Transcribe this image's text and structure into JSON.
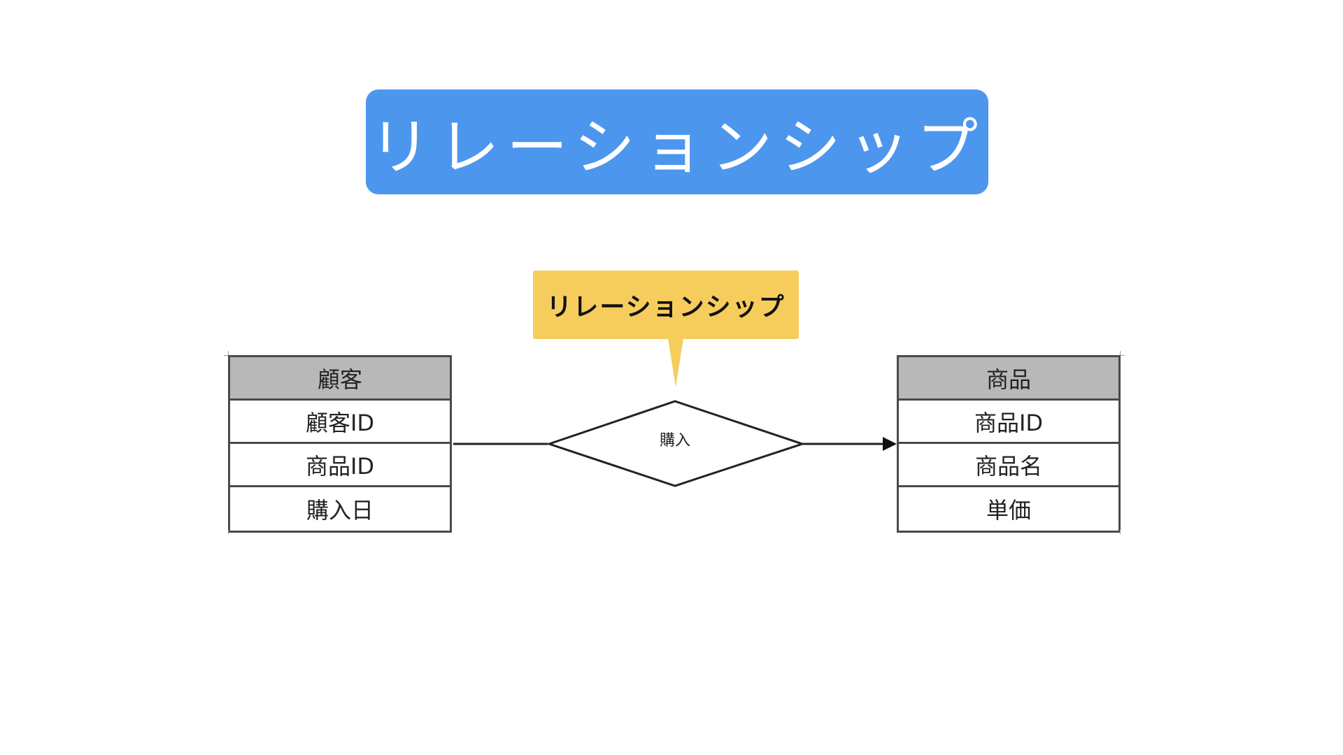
{
  "title": {
    "text": "リレーションシップ",
    "color": "#4d96ee"
  },
  "callout": {
    "text": "リレーションシップ",
    "color": "#f6cd5d"
  },
  "relationship": {
    "label": "購入"
  },
  "entities": {
    "customer": {
      "header": "顧客",
      "rows": [
        "顧客ID",
        "商品ID",
        "購入日"
      ]
    },
    "product": {
      "header": "商品",
      "rows": [
        "商品ID",
        "商品名",
        "単価"
      ]
    }
  }
}
